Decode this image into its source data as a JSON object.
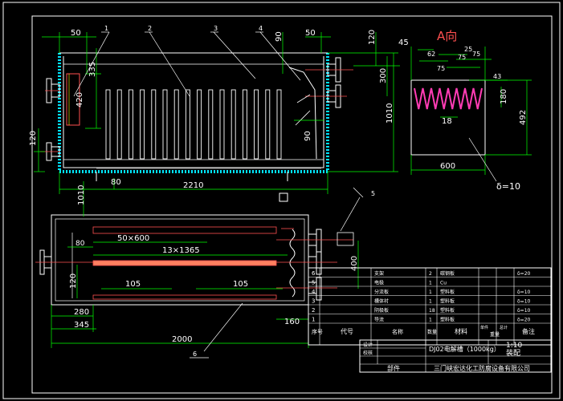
{
  "view_label": "A向",
  "part_callouts": [
    "1",
    "2",
    "3",
    "4",
    "5",
    "6"
  ],
  "top_view_dims": {
    "d50_left": "50",
    "d335": "335",
    "d420": "420",
    "d120_left": "120",
    "d80": "80",
    "d2210": "2210",
    "d1010_bottom": "1010",
    "d90_top": "90",
    "d50_right": "50",
    "d120_right": "120",
    "d300": "300",
    "d1010_right": "1010",
    "d90_mid": "90"
  },
  "a_view_dims": {
    "d45": "45",
    "d62": "62",
    "d75_a": "75",
    "d75_b": "75",
    "d25": "25",
    "d75_c": "75",
    "d43": "43",
    "d180": "180",
    "d492": "492",
    "d18": "18",
    "d600": "600",
    "thickness": "δ=10"
  },
  "bottom_view_dims": {
    "d50x600": "50×600",
    "d13x1365": "13×1365",
    "d80": "80",
    "d120": "120",
    "d105_left": "105",
    "d105_right": "105",
    "d400": "400",
    "d280": "280",
    "d345": "345",
    "d160": "160",
    "d2000": "2000"
  },
  "parts_table": {
    "rows": [
      {
        "no": "6",
        "name": "支架",
        "qty": "2",
        "material": "碳钢板",
        "note": "δ=20"
      },
      {
        "no": "5",
        "name": "电极",
        "qty": "1",
        "material": "Cu",
        "note": ""
      },
      {
        "no": "4",
        "name": "分流板",
        "qty": "1",
        "material": "塑料板",
        "note": "δ=10"
      },
      {
        "no": "3",
        "name": "槽体衬",
        "qty": "1",
        "material": "塑料板",
        "note": "δ=10"
      },
      {
        "no": "2",
        "name": "阴极板",
        "qty": "18",
        "material": "塑料板",
        "note": "δ=10"
      },
      {
        "no": "1",
        "name": "导流",
        "qty": "1",
        "material": "塑料板",
        "note": "δ=20"
      }
    ],
    "header": {
      "no": "序号",
      "code": "代号",
      "name": "名称",
      "qty": "数量",
      "material": "材料",
      "unit_weight": "单件",
      "total_weight": "总计",
      "weight": "重量",
      "note": "备注"
    }
  },
  "title_block": {
    "designer_label": "设计",
    "checker_label": "校核",
    "drawing_title": "DJ02电解槽（1000kg）",
    "scale": "1:10",
    "drawing_type": "装配",
    "part_label": "部件",
    "company": "三门峡宏达化工防腐设备有限公司"
  }
}
